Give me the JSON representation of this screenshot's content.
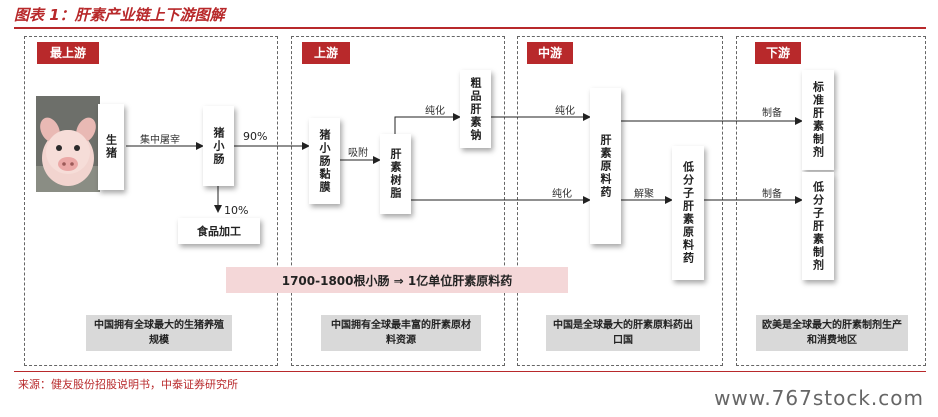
{
  "title": "图表 1：肝素产业链上下游图解",
  "sections": {
    "s1": "最上游",
    "s2": "上游",
    "s3": "中游",
    "s4": "下游"
  },
  "boxes": {
    "live_pig": "生猪",
    "pig_intestine": "猪小肠",
    "food_processing": "食品加工",
    "mucosa": "猪小肠黏膜",
    "resin": "肝素树脂",
    "crude_sodium": "粗品肝素钠",
    "heparin_api": "肝素原料药",
    "lmwh_api": "低分子肝素原料药",
    "std_prep": "标准肝素制剂",
    "lmwh_prep": "低分子肝素制剂"
  },
  "labels": {
    "slaughter": "集中屠宰",
    "pct90": "90%",
    "pct10": "10%",
    "adsorb": "吸附",
    "purify1": "纯化",
    "purify2": "纯化",
    "purify3": "纯化",
    "depolymerize": "解聚",
    "prepare1": "制备",
    "prepare2": "制备"
  },
  "banner": "1700-1800根小肠 ⇒ 1亿单位肝素原料药",
  "notes": {
    "n1": "中国拥有全球最大的生猪养殖规模",
    "n2": "中国拥有全球最丰富的肝素原材料资源",
    "n3": "中国是全球最大的肝素原料药出口国",
    "n4": "欧美是全球最大的肝素制剂生产和消费地区"
  },
  "source": "来源：健友股份招股说明书，中泰证券研究所",
  "watermark": "www.767stock.com",
  "colors": {
    "accent": "#b8292b",
    "note_bg": "#d9d9d9",
    "banner_bg": "#f4d7d8"
  }
}
